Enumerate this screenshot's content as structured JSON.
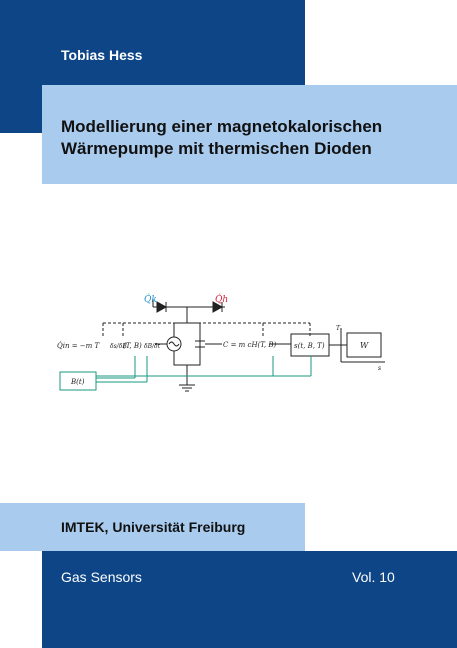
{
  "author": "Tobias Hess",
  "title": {
    "line1": "Modellierung einer magnetokalorischen",
    "line2": "Wärmepumpe mit thermischen Dioden"
  },
  "institution": "IMTEK, Universität Freiburg",
  "series": "Gas Sensors",
  "volume": "Vol. 10",
  "diagram": {
    "q_cold": "Q̇k",
    "q_hot": "Q̇h",
    "q_in": "Q̇in = −m T",
    "ds_over_dB": "δs/δB",
    "tb": "(T, B)",
    "dB_over_dt": "δB/δt",
    "capacitance": "C = m cH(T, B)",
    "entropy_block": "s(t, B, T)",
    "field_block": "B(t)",
    "output_block": "W",
    "axis_T": "T",
    "axis_s": "s"
  },
  "colors": {
    "dark_blue": "#0d4586",
    "light_blue": "#a8cbee",
    "cold": "#1f8fd1",
    "hot": "#d8203a",
    "signal": "#1a9a80"
  }
}
